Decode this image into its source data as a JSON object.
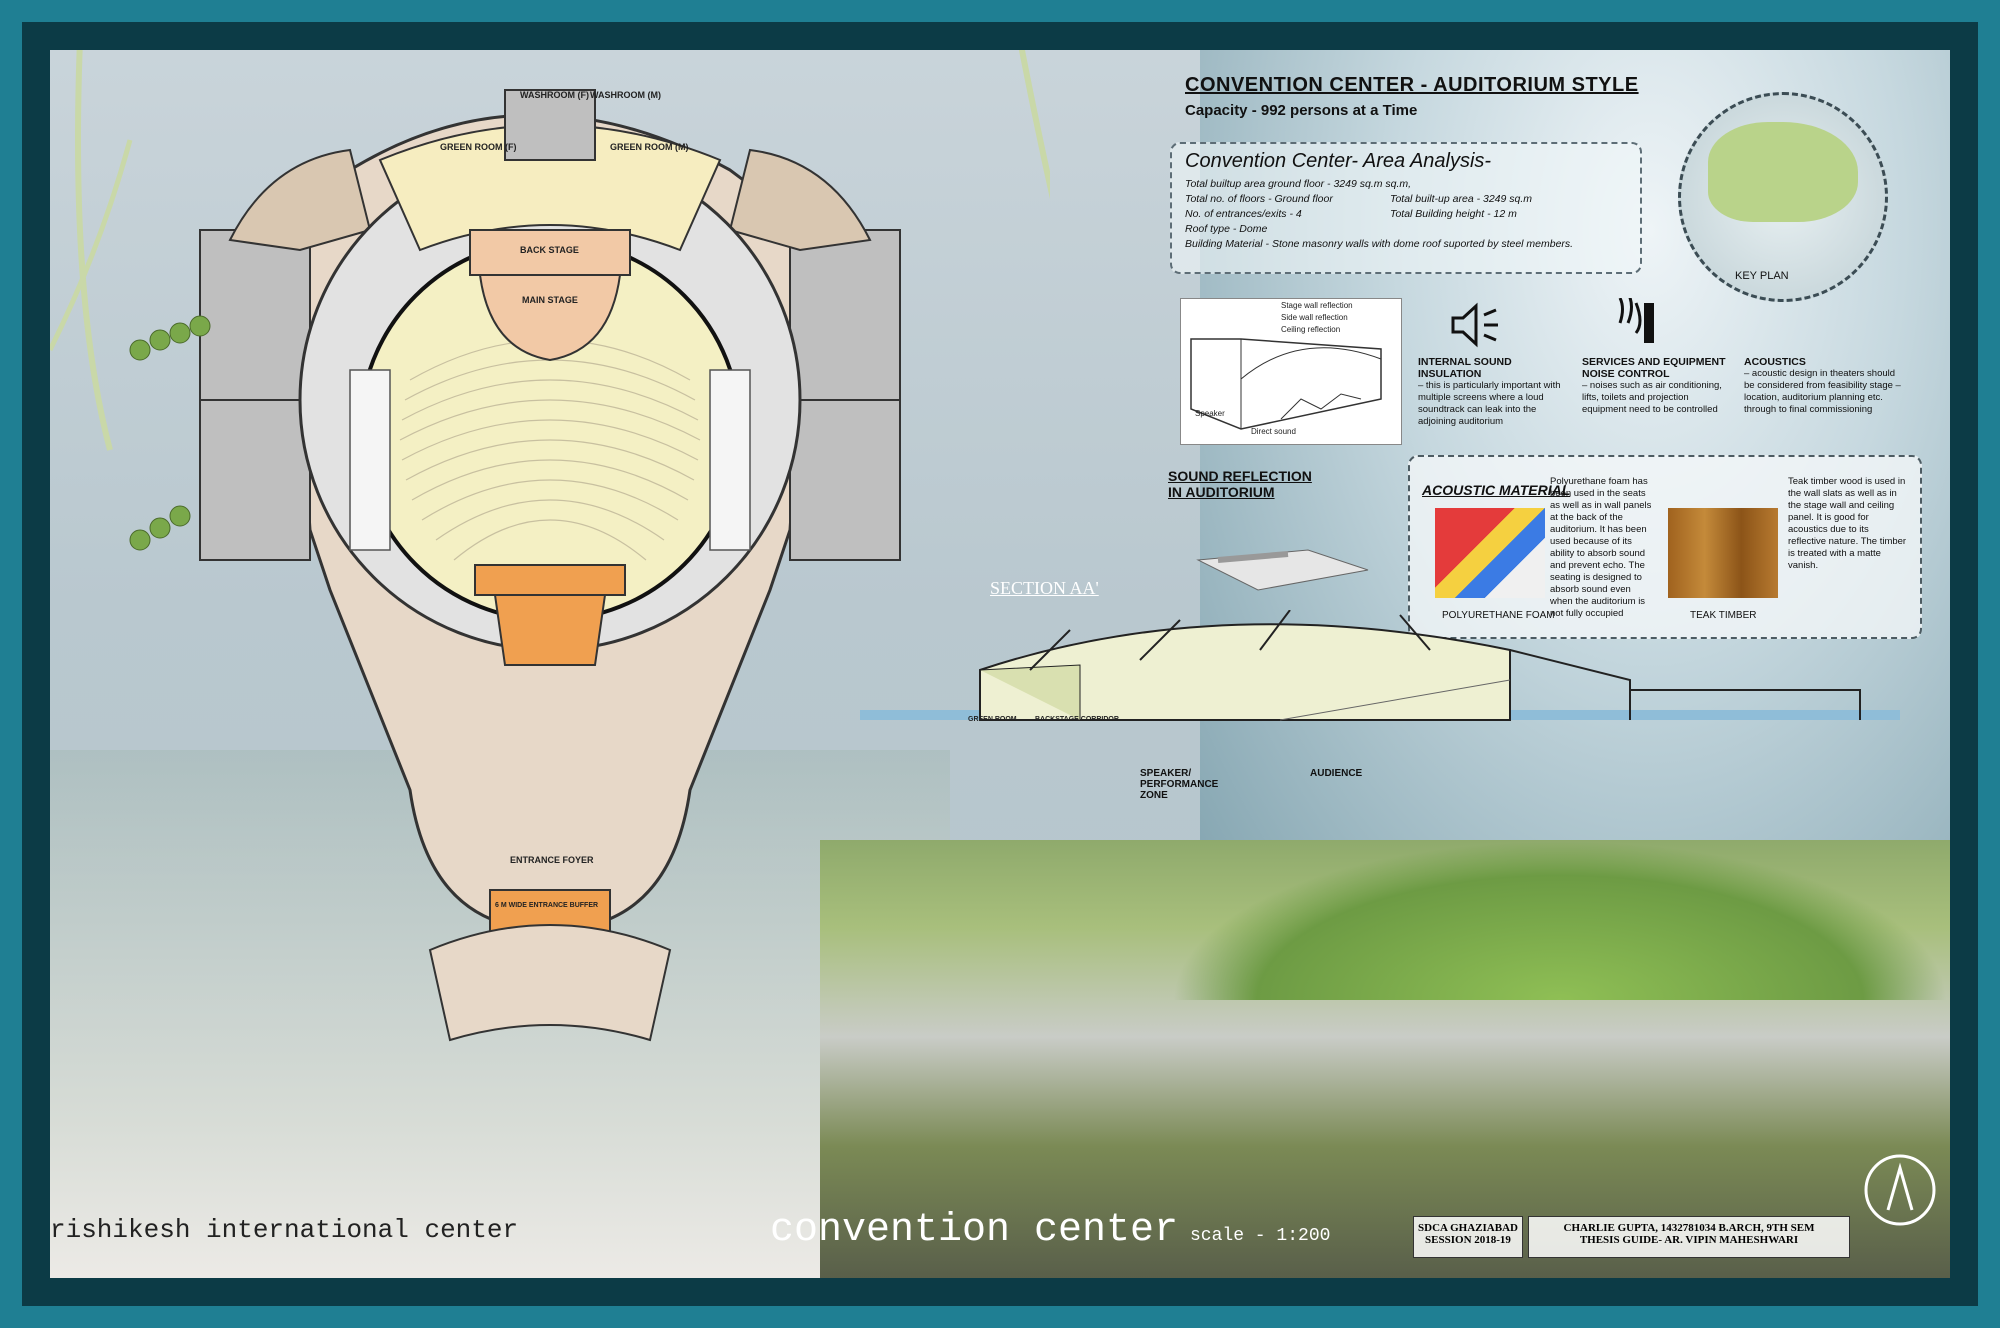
{
  "header": {
    "title": "CONVENTION CENTER - AUDITORIUM STYLE",
    "capacity": "Capacity - 992 persons at a Time"
  },
  "area_analysis": {
    "title": "Convention Center- Area Analysis-",
    "lines": [
      "Total builtup area ground floor -  3249 sq.m sq.m,",
      "Total no. of floors -  Ground floor",
      "Total built-up area - 3249 sq.m",
      "No. of entrances/exits - 4",
      "Total Building height - 12 m",
      "Roof type - Dome",
      "Building Material - Stone  masonry walls with dome roof suported by steel members."
    ]
  },
  "key_plan": {
    "label": "KEY PLAN"
  },
  "diagram_labels": {
    "stage_wall": "Stage wall reflection",
    "side_wall": "Side wall reflection",
    "ceiling": "Ceiling reflection",
    "speaker": "Speaker",
    "direct": "Direct sound"
  },
  "sound_reflection_label": "SOUND REFLECTION IN AUDITORIUM",
  "acoustics": {
    "internal": {
      "head": "INTERNAL SOUND INSULATION",
      "body": "– this is particularly important with multiple screens where a loud soundtrack can leak into the adjoining auditorium"
    },
    "services": {
      "head": "SERVICES AND EQUIPMENT NOISE CONTROL",
      "body": "– noises such as air conditioning, lifts, toilets and projection equipment need to be controlled"
    },
    "acoustics": {
      "head": "ACOUSTICS",
      "body": "– acoustic design in theaters should be considered from feasibility stage – location, auditorium planning etc. through to final commissioning"
    }
  },
  "acoustic_material": {
    "title": "ACOUSTIC MATERIAL",
    "foam_text": "Polyurethane foam has been used in the seats as well as in wall panels at the back of the auditorium. It has been used because of its ability to absorb sound and prevent echo. The seating is designed to absorb sound even when the auditorium is not fully occupied",
    "foam_label": "POLYURETHANE FOAM",
    "timber_text": "Teak timber wood is used in the wall slats as well as in the stage wall and ceiling panel. It is good for acoustics due to its reflective nature. The timber is treated with a matte vanish.",
    "timber_label": "TEAK TIMBER"
  },
  "section": {
    "label": "SECTION AA'",
    "speaker_zone": "SPEAKER/ PERFORMANCE ZONE",
    "audience": "AUDIENCE",
    "green_room": "GREEN ROOM",
    "backstage": "BACKSTAGE CORRIDOR"
  },
  "plan_labels": {
    "washroom_f": "WASHROOM (F)",
    "washroom_m": "WASHROOM (M)",
    "green_room_f": "GREEN ROOM (F)",
    "green_room_m": "GREEN ROOM (M)",
    "back_stage": "BACK STAGE",
    "main_stage": "MAIN STAGE",
    "entrance_foyer": "ENTRANCE FOYER",
    "entrance_buffer": "6 M WIDE ENTRANCE BUFFER"
  },
  "footer": {
    "project": "rishikesh international center",
    "drawing": "convention center",
    "scale": "scale - 1:200",
    "school": "SDCA GHAZIABAD",
    "session": "SESSION 2018-19",
    "student": "CHARLIE GUPTA,  1432781034 B.ARCH, 9TH SEM",
    "guide": "THESIS GUIDE- AR. VIPIN MAHESHWARI"
  },
  "colors": {
    "frame": "#1f7f93",
    "stage": "#f2c9a6",
    "control_room": "#f0a050",
    "seating": "#f4f0c4",
    "corridor": "#e2e2e2",
    "outer_ring": "#e7d8c8"
  }
}
